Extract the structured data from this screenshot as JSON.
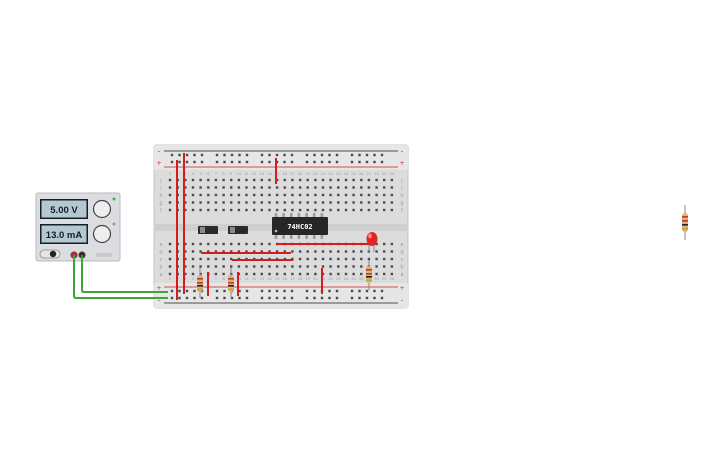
{
  "power_supply": {
    "voltage_display": "5.00 V",
    "current_display": "13.0 mA"
  },
  "chip": {
    "label": "74HC02"
  },
  "breadboard": {
    "rail_signs": [
      "-",
      "+",
      "+",
      "-"
    ],
    "row_letters_top": [
      "f",
      "g",
      "h",
      "i",
      "j"
    ],
    "row_letters_bottom": [
      "e",
      "d",
      "c",
      "b",
      "a"
    ],
    "columns": 30
  }
}
